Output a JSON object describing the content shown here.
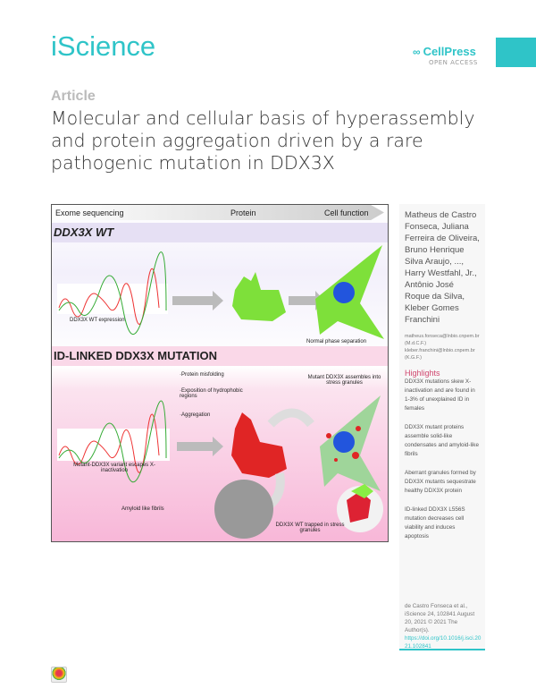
{
  "header": {
    "journal": "iScience",
    "publisher": "CellPress",
    "publisher_sub": "OPEN ACCESS",
    "accent": "#2fc4c8"
  },
  "article": {
    "type": "Article",
    "title": "Molecular and cellular basis of hyperassembly and protein aggregation driven by a rare pathogenic mutation in DDX3X"
  },
  "graphical_abstract": {
    "header_labels": [
      "Exome sequencing",
      "Protein",
      "Cell function"
    ],
    "wt_title": "DDX3X WT",
    "wt_expression": "DDX3X WT expression",
    "wt_cell": "Normal phase separation",
    "mut_title": "ID-LINKED DDX3X MUTATION",
    "bullets": [
      "·Protein misfolding",
      "·Exposition of hydrophobic regions",
      "·Aggregation"
    ],
    "mut_cell": "Mutant DDX3X assembles into stress granules",
    "mut_variant": "Mutant-DDX3X variant escapes X-inactivation",
    "fibrils": "Amyloid like fibrils",
    "trapped": "DDX3X WT trapped in stress granules"
  },
  "sidebar": {
    "authors": "Matheus de Castro Fonseca, Juliana Ferreira de Oliveira, Bruno Henrique Silva Araujo, ..., Harry Westfahl, Jr., Antônio José Roque da Silva, Kleber Gomes Franchini",
    "emails": "matheus.fonseca@lnbio.cnpem.br (M.d.C.F.) kleber.franchini@lnbio.cnpem.br (K.G.F.)",
    "highlights_title": "Highlights",
    "highlights": [
      "DDX3X mutations skew X-inactivation and are found in 1-3% of unexplained ID in females",
      "DDX3X mutant proteins assemble solid-like condensates and amyloid-like fibrils",
      "Aberrant granules formed by DDX3X mutants sequestrate healthy DDX3X protein",
      "ID-linked DDX3X L556S mutation decreases cell viability and induces apoptosis"
    ],
    "citation": "de Castro Fonseca et al., iScience 24, 102841 August 20, 2021 © 2021 The Author(s).",
    "doi": "https://doi.org/10.1016/j.isci.2021.102841"
  }
}
